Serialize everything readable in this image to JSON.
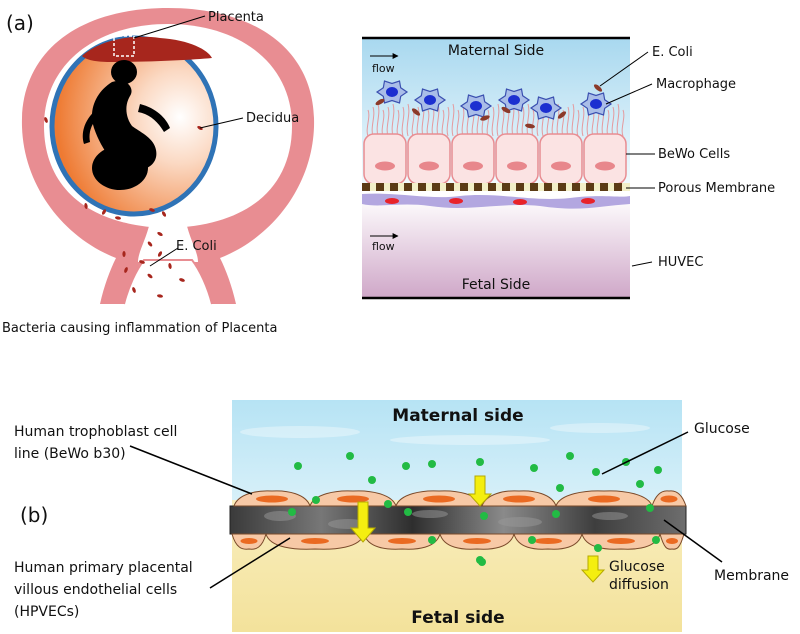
{
  "panel_a": {
    "letter": "(a)",
    "labels": {
      "placenta": "Placenta",
      "decidua": "Decidua",
      "ecoli_left": "E. Coli",
      "caption": "Bacteria causing inflammation of Placenta",
      "maternal_side": "Maternal Side",
      "flow_top": "flow",
      "flow_bottom": "flow",
      "ecoli_right": "E. Coli",
      "macrophage": "Macrophage",
      "bewo_cells": "BeWo Cells",
      "porous_membrane": "Porous Membrane",
      "huvec": "HUVEC",
      "fetal_side": "Fetal Side"
    }
  },
  "panel_b": {
    "letter": "(b)",
    "labels": {
      "maternal_side": "Maternal side",
      "trophoblast_line1": "Human  trophoblast cell",
      "trophoblast_line2": "line (BeWo b30)",
      "hpvec_line1": "Human primary placental",
      "hpvec_line2": "villous endothelial cells",
      "hpvec_line3": "(HPVECs)",
      "glucose": "Glucose",
      "membrane": "Membrane",
      "glucose_diffusion_line1": "Glucose",
      "glucose_diffusion_line2": "diffusion",
      "fetal_side": "Fetal side"
    }
  },
  "colors": {
    "uterus_pink": "#e88d92",
    "amnion_blue": "#2f73b6",
    "fetus_orange": "#ee7a32",
    "placenta_red": "#a7261d",
    "maternal_blue": "#bfe6f5",
    "fetal_yellow": "#f5e6a8",
    "glucose_green": "#22bb44",
    "arrow_yellow": "#f4ee10",
    "cell_orange": "#f7c9a6"
  }
}
